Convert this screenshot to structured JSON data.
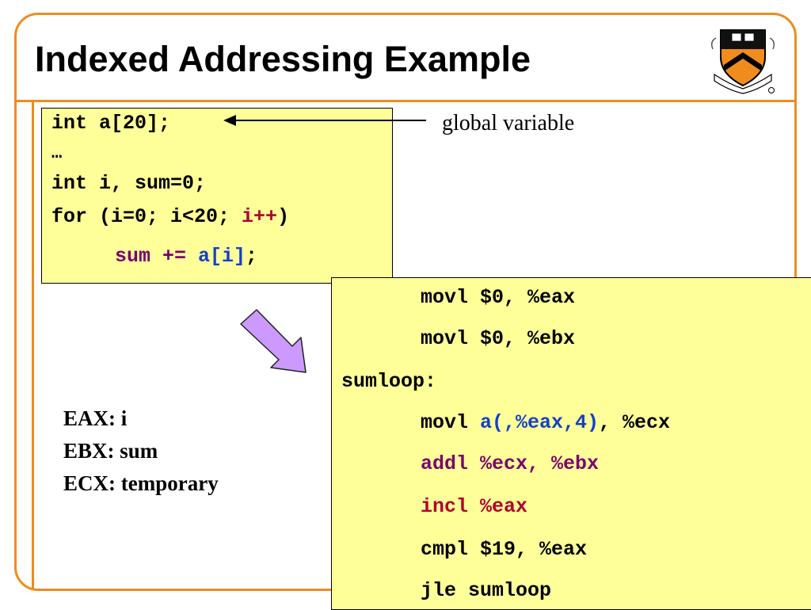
{
  "slide": {
    "title": "Indexed Addressing Example",
    "annotation": "global variable",
    "colors": {
      "frame": "#f08c1e",
      "code_bg": "#ffff99",
      "arrow_fill": "#cc99ff",
      "magenta": "#7b006e",
      "red": "#b00030",
      "blue": "#1440c8"
    },
    "logo_icon": "princeton-shield-icon"
  },
  "c_code": {
    "line1": "int a[20];",
    "line2": "…",
    "line3": "int i, sum=0;",
    "line4_pre": "for (i=0; i<20; ",
    "line4_inc": "i++",
    "line4_post": ")",
    "line5_sum": "sum +=",
    "line5_space": " ",
    "line5_arr": "a[i]",
    "line5_semi": ";"
  },
  "asm": {
    "l1": "movl $0, %eax",
    "l2": "movl $0, %ebx",
    "label": "sumloop:",
    "l3_op": "movl ",
    "l3_src": "a(,%eax,4)",
    "l3_dst": ", %ecx",
    "l4": "addl %ecx, %ebx",
    "l5": "incl %eax",
    "l6": "cmpl $19, %eax",
    "l7": "jle sumloop"
  },
  "registers": {
    "eax": "EAX: i",
    "ebx": "EBX: sum",
    "ecx": "ECX: temporary"
  }
}
